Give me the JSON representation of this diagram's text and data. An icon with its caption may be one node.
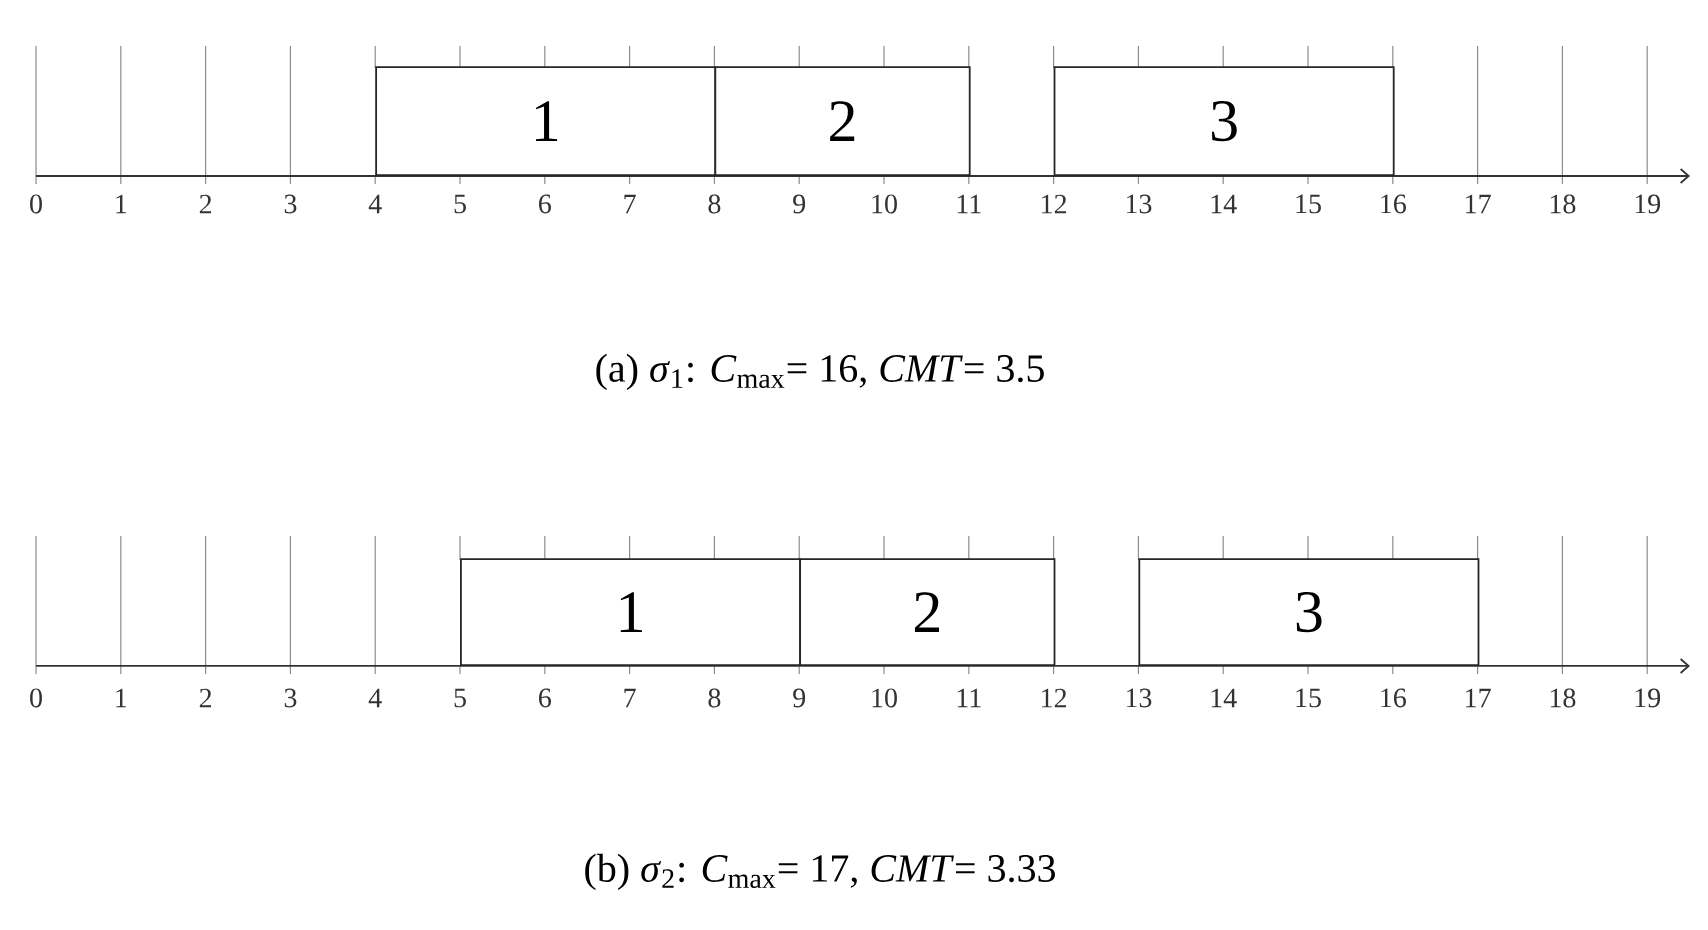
{
  "diagram": {
    "nodes": [
      {
        "text": [
          "1"
        ]
      },
      {
        "text": [
          "2"
        ]
      },
      {
        "text": [
          "3"
        ]
      },
      {
        "text": [
          "1"
        ]
      },
      {
        "text": [
          "2"
        ]
      },
      {
        "text": [
          "3"
        ]
      }
    ],
    "labels": [
      "0",
      "1",
      "2",
      "3",
      "4",
      "5",
      "6",
      "7",
      "8",
      "9",
      "10",
      "11",
      "12",
      "13",
      "14",
      "15",
      "16",
      "17",
      "18",
      "19",
      "(a) *σ*$_{1}$: *C*$_{max}$= 16, *CMT*= 3.5",
      "0",
      "1",
      "2",
      "3",
      "4",
      "5",
      "6",
      "7",
      "8",
      "9",
      "10",
      "11",
      "12",
      "13",
      "14",
      "15",
      "16",
      "17",
      "18",
      "19",
      "(b) *σ*$_{2}$: *C*$_{max}$= 17, *CMT*= 3.33"
    ]
  }
}
